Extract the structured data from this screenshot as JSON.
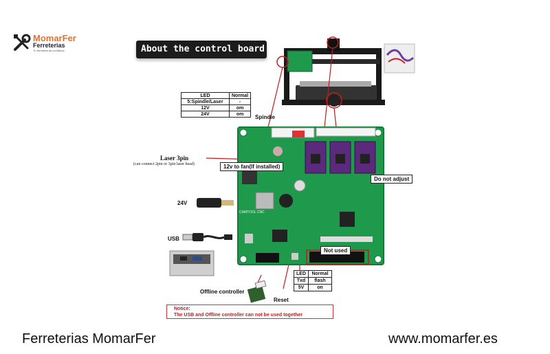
{
  "logo": {
    "brand": "MomarFer",
    "sub": "Ferreterias",
    "tagline": "Tu ferreteria de confianza"
  },
  "banner": {
    "title": "About the control board"
  },
  "led_table_top": {
    "header": [
      "LED",
      "Normal"
    ],
    "rows": [
      [
        "5:Spindle/Laser",
        "-"
      ],
      [
        "12V",
        "om"
      ],
      [
        "24V",
        "om"
      ]
    ]
  },
  "labels": {
    "spindle": "Spindle",
    "laser_title": "Laser 3pin",
    "laser_note": "(can connect 2pin or 3pin laser head)",
    "fan": "12v to fan(If installed)",
    "do_not_adjust": "Do not adjust",
    "power_24v": "24V",
    "usb": "USB",
    "not_used": "Not used",
    "board_name": "CAMTOOL CNC",
    "offline_controller": "Offline controller",
    "reset": "Reset"
  },
  "led_table_bottom": {
    "header": [
      "LED",
      "Normal"
    ],
    "rows": [
      [
        "Txd",
        "flash"
      ],
      [
        "5V",
        "on"
      ]
    ]
  },
  "notice": {
    "title": "Notice:",
    "text": "The USB and Offline controller can not be used together"
  },
  "footer": {
    "left": "Ferreterias MomarFer",
    "right": "www.momarfer.es"
  },
  "colors": {
    "board": "#1f9a4c",
    "board_dark": "#137a36",
    "driver": "#5b2a7c",
    "accent": "#e8722a",
    "callout": "#c21a1a"
  }
}
